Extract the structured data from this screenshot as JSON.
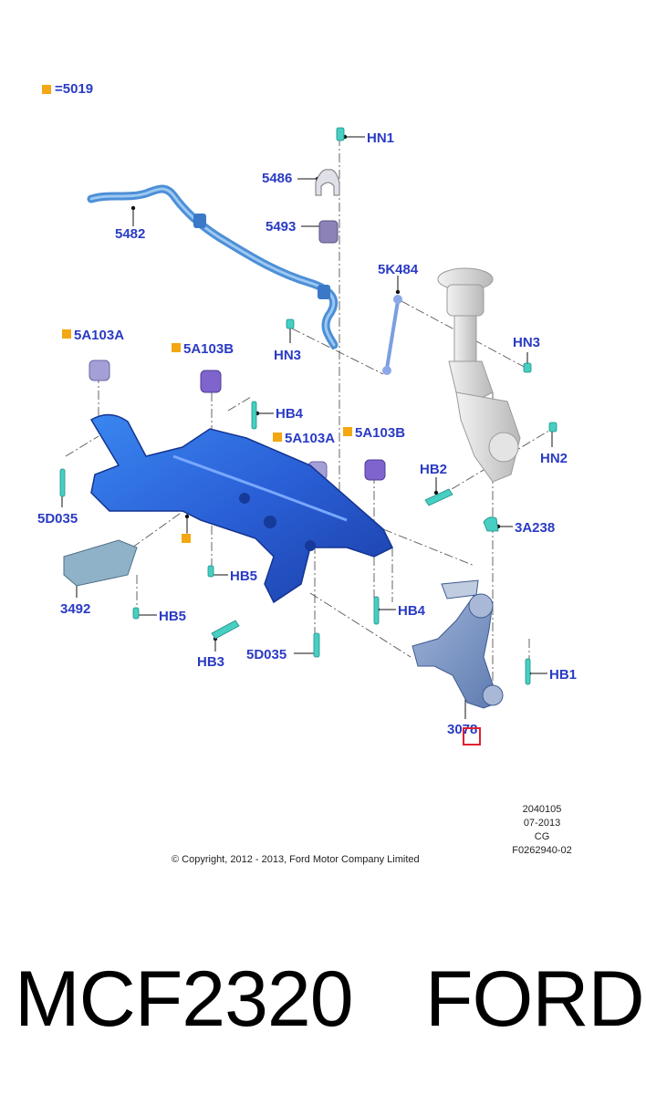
{
  "legend": {
    "symbol_text": "=",
    "value": "5019",
    "color": "#f3a712"
  },
  "labels": {
    "hn1": "HN1",
    "p5486": "5486",
    "p5482": "5482",
    "p5493": "5493",
    "p5k484": "5K484",
    "hn3_left": "HN3",
    "hn3_right": "HN3",
    "p5a103a_left": "5A103A",
    "p5a103b_left": "5A103B",
    "hb4_top": "HB4",
    "p5a103a_mid": "5A103A",
    "p5a103b_mid": "5A103B",
    "hn2": "HN2",
    "hb2": "HB2",
    "p5d035_left": "5D035",
    "p3a238": "3A238",
    "hb5_mid": "HB5",
    "p3492": "3492",
    "hb5_left": "HB5",
    "hb4_bottom": "HB4",
    "hb3": "HB3",
    "p5d035_bottom": "5D035",
    "hb1": "HB1",
    "p3078": "3078"
  },
  "drawing_info": {
    "line1": "2040105",
    "line2": "07-2013",
    "line3": "CG",
    "line4": "F0262940-02"
  },
  "copyright": "© Copyright, 2012 - 2013, Ford Motor Company Limited",
  "footer": {
    "part_number": "MCF2320",
    "brand": "FORD"
  },
  "colors": {
    "label_blue": "#2a3bc4",
    "subframe_blue": "#2f6fe0",
    "bar_blue": "#5aa0e0",
    "bushing_purple": "#8a7ad6",
    "bolt_teal": "#3fc9c0",
    "highlight_red": "#e02030",
    "legend_orange": "#f3a712"
  }
}
